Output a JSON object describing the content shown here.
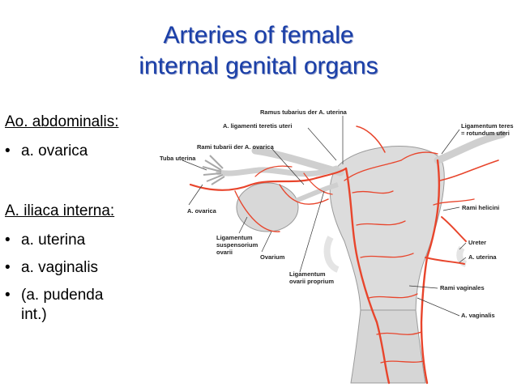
{
  "title": {
    "line1": "Arteries of female",
    "line2": "internal genital organs"
  },
  "left_panel": {
    "group1_heading": "Ao. abdominalis:",
    "group1_items": [
      "a. ovarica"
    ],
    "group2_heading": "A. iliaca interna:",
    "group2_items": [
      "a. uterina",
      "a. vaginalis",
      "(a. pudenda",
      "int.)"
    ]
  },
  "figure_labels": {
    "ramus_tubarius": "Ramus tubarius der A. uterina",
    "lig_teretis": "A. ligamenti teretis uteri",
    "rami_tubarii": "Rami tubarii der A. ovarica",
    "tuba_uterina": "Tuba uterina",
    "a_ovarica": "A. ovarica",
    "lig_susp_1": "Ligamentum",
    "lig_susp_2": "suspensorium",
    "lig_susp_3": "ovarii",
    "ovarium": "Ovarium",
    "lig_prop_1": "Ligamentum",
    "lig_prop_2": "ovarii proprium",
    "lig_teres_1": "Ligamentum teres",
    "lig_teres_2": "= rotundum uteri",
    "rami_helicini": "Rami helicini",
    "ureter": "Ureter",
    "a_uterina": "A. uterina",
    "rami_vaginales": "Rami vaginales",
    "a_vaginalis": "A. vaginalis"
  },
  "colors": {
    "title": "#1a3fa8",
    "artery": "#e8452c",
    "tissue": "#dcdcdc"
  }
}
